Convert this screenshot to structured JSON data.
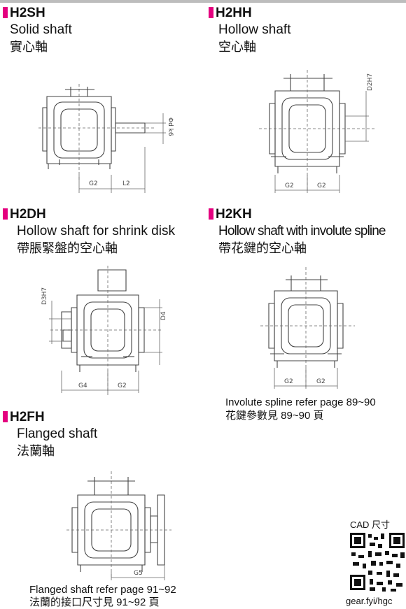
{
  "sections": {
    "h2sh": {
      "code": "H2SH",
      "en": "Solid shaft",
      "zh": "實心軸",
      "dims": [
        "G2",
        "L2",
        "Φd k6"
      ]
    },
    "h2hh": {
      "code": "H2HH",
      "en": "Hollow shaft",
      "zh": "空心軸",
      "dims": [
        "G2",
        "G2",
        "D2H7"
      ]
    },
    "h2dh": {
      "code": "H2DH",
      "en": "Hollow shaft for shrink disk",
      "zh": "帶脹緊盤的空心軸",
      "dims": [
        "G4",
        "G2",
        "D3H7",
        "D4"
      ]
    },
    "h2kh": {
      "code": "H2KH",
      "en": "Hollow shaft with involute spline",
      "zh": "帶花鍵的空心軸",
      "dims": [
        "G2",
        "G2"
      ],
      "note_en": "Involute spline refer page 89~90",
      "note_zh": "花鍵參數見 89~90 頁"
    },
    "h2fh": {
      "code": "H2FH",
      "en": "Flanged shaft",
      "zh": "法蘭軸",
      "dims": [
        "G5"
      ],
      "note_en": "Flanged shaft refer page 91~92",
      "note_zh": "法蘭的接口尺寸見 91~92 頁"
    }
  },
  "cad": {
    "label": "CAD 尺寸",
    "url": "gear.fyi/hgc"
  }
}
